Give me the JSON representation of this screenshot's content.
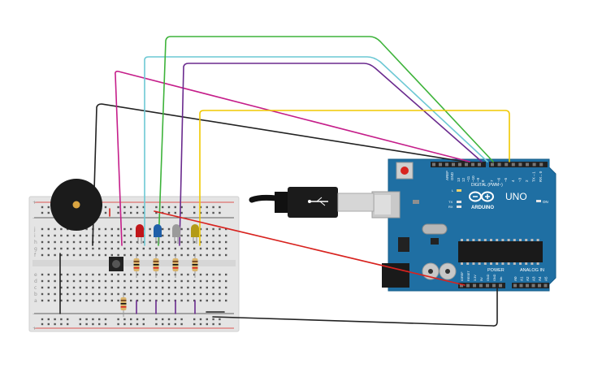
{
  "board": {
    "logo_text": "UNO",
    "brand_text": "ARDUINO",
    "digital_header": "DIGITAL (PWM~)",
    "power_header": "POWER",
    "analog_header": "ANALOG IN",
    "on_label": "ON",
    "l_label": "L",
    "tx_label": "TX",
    "rx_label": "RX",
    "aref_label": "AREF",
    "gnd_label": "GND",
    "digital_pins": [
      "13",
      "12",
      "~11",
      "~10",
      "~9",
      "8",
      "7",
      "~6",
      "~5",
      "4",
      "~3",
      "2",
      "TX→1",
      "RX←0"
    ],
    "power_pins": [
      "IOREF",
      "RESET",
      "3.3V",
      "5V",
      "GND",
      "GND",
      "Vin"
    ],
    "analog_pins": [
      "A0",
      "A1",
      "A2",
      "A3",
      "A4",
      "A5"
    ]
  },
  "breadboard": {
    "row_letters_top": [
      "j",
      "i",
      "h",
      "g",
      "f"
    ],
    "row_letters_bottom": [
      "e",
      "d",
      "c",
      "b",
      "a"
    ],
    "plus_label": "+",
    "minus_label": "-"
  },
  "colors": {
    "board": "#1f6fa3",
    "board_edge": "#155c8a",
    "wire_black": "#222222",
    "wire_magenta": "#c51e8a",
    "wire_cyan": "#6cc8d4",
    "wire_green": "#3db33a",
    "wire_purple": "#6a2a8e",
    "wire_yellow": "#f0c800",
    "wire_red": "#d8231f",
    "led_red": "#c0161a",
    "led_blue": "#1f5fa8",
    "led_white": "#9a9a9a",
    "led_yellow": "#b39a17"
  },
  "components": {
    "leds": [
      "red",
      "blue",
      "white",
      "yellow"
    ],
    "buzzer": "piezo",
    "button": "pushbutton",
    "resistors": 5
  }
}
